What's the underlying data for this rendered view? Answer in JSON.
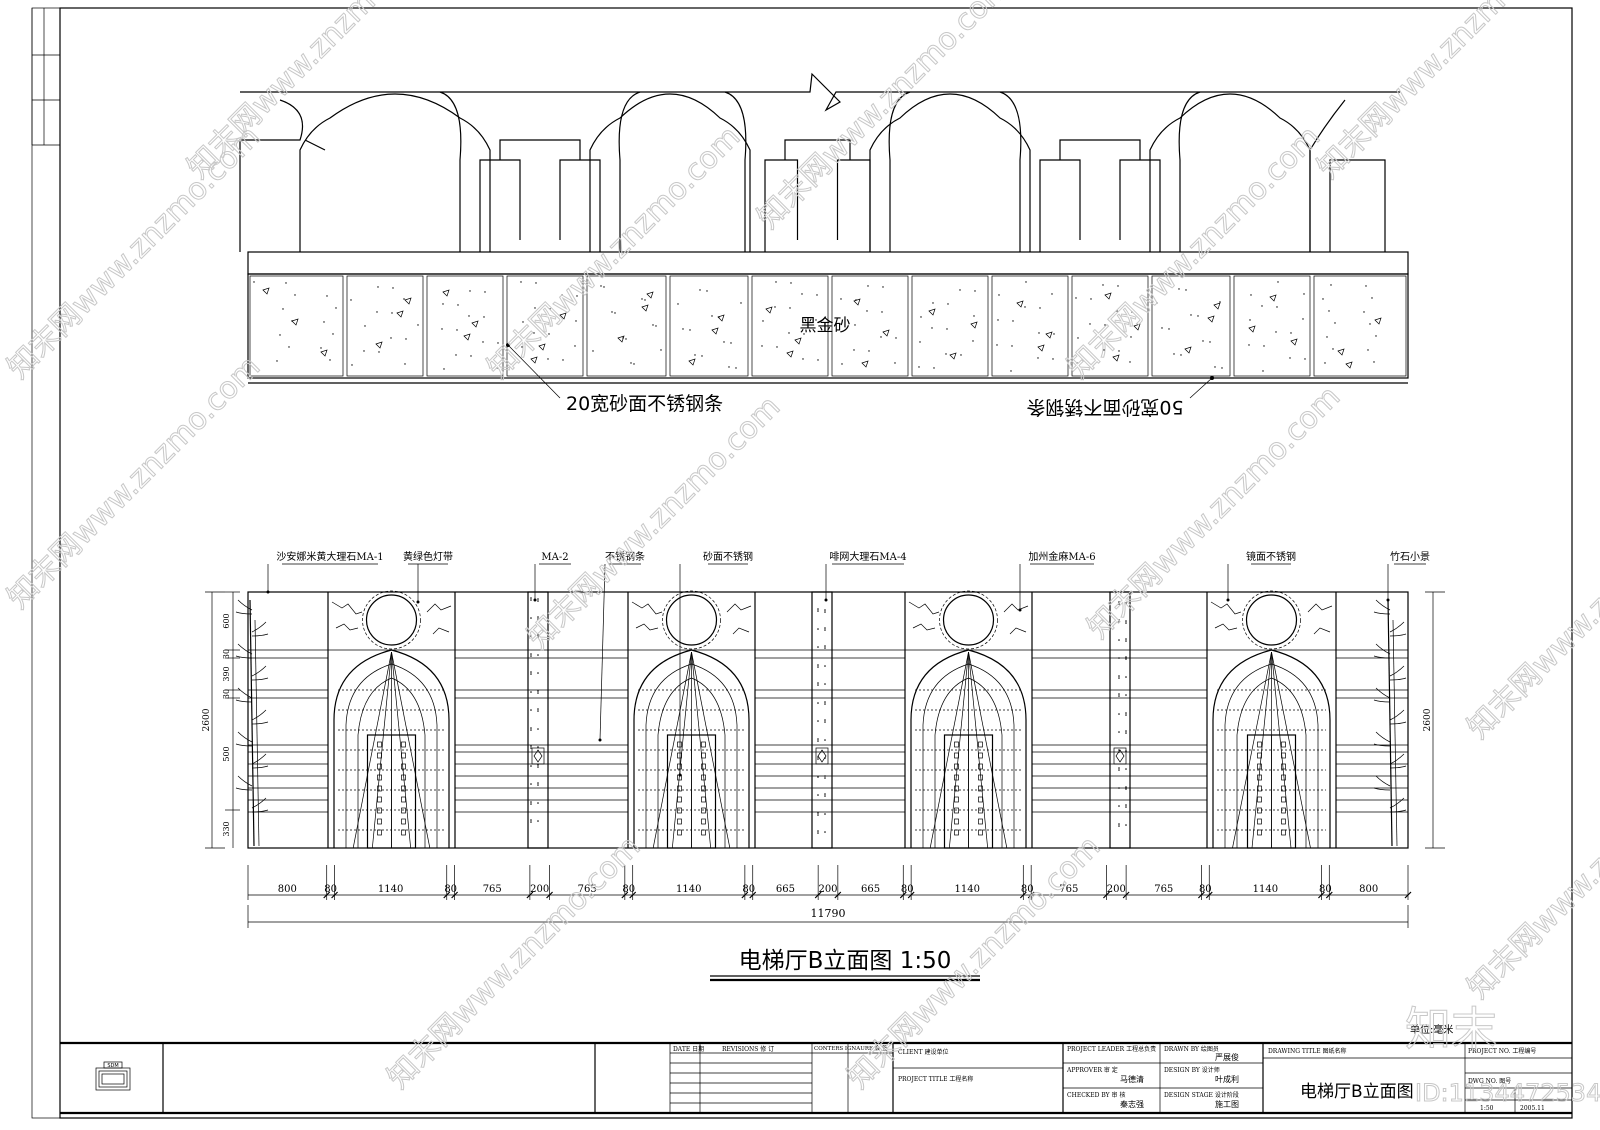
{
  "plan": {
    "material_center": "黑金砂",
    "note_left": "20宽砂面不锈钢条",
    "note_right": "50宽砂面不锈钢条"
  },
  "elevation": {
    "labels": [
      "沙安娜米黄大理石MA-1",
      "黄绿色灯带",
      "MA-2",
      "不锈钢条",
      "砂面不锈钢",
      "啡网大理石MA-4",
      "加州金麻MA-6",
      "镜面不锈钢",
      "竹石小景"
    ],
    "heights_left": [
      "600",
      "30",
      "390",
      "30",
      "500",
      "330"
    ],
    "height_total": "2600",
    "dims": [
      "800",
      "80",
      "1140",
      "80",
      "765",
      "200",
      "765",
      "80",
      "1140",
      "80",
      "665",
      "200",
      "665",
      "80",
      "1140",
      "80",
      "765",
      "200",
      "765",
      "80",
      "1140",
      "80",
      "800"
    ],
    "total": "11790",
    "title": "电梯厅B立面图  1:50"
  },
  "unit_note": "单位:毫米",
  "title_block": {
    "logo": "SDM",
    "date_label": "DATE 日期",
    "revisions_label": "REVISIONS 修 订",
    "consultants_label": "CONTERS IGNAURE 会 签",
    "client_label": "CLIENT 建设单位",
    "project_title_label": "PROJECT TITLE 工程名称",
    "project_leader_label": "PROJECT LEADER 工程总负责",
    "approver_label": "APPROVER 审 定",
    "approver_name": "马德清",
    "checked_label": "CHECKED BY 审 核",
    "checked_name": "秦志强",
    "drawn_label": "DRAWN BY 绘图员",
    "drawn_name": "严展俊",
    "design_label": "DESIGN BY 设计师",
    "design_name": "叶成利",
    "stage_label": "DESIGN STAGE 设计阶段",
    "stage_value": "施工图",
    "drawing_title_label": "DRAWING TITLE 图纸名称",
    "drawing_title": "电梯厅B立面图",
    "project_no_label": "PROJECT NO. 工程编号",
    "dwg_no_label": "DWG NO. 图号",
    "scale": "1:50",
    "date": "2005.11"
  },
  "watermark": {
    "text": "知末网www.znzmo.com",
    "brand": "知末",
    "id": "ID:1134472534"
  }
}
